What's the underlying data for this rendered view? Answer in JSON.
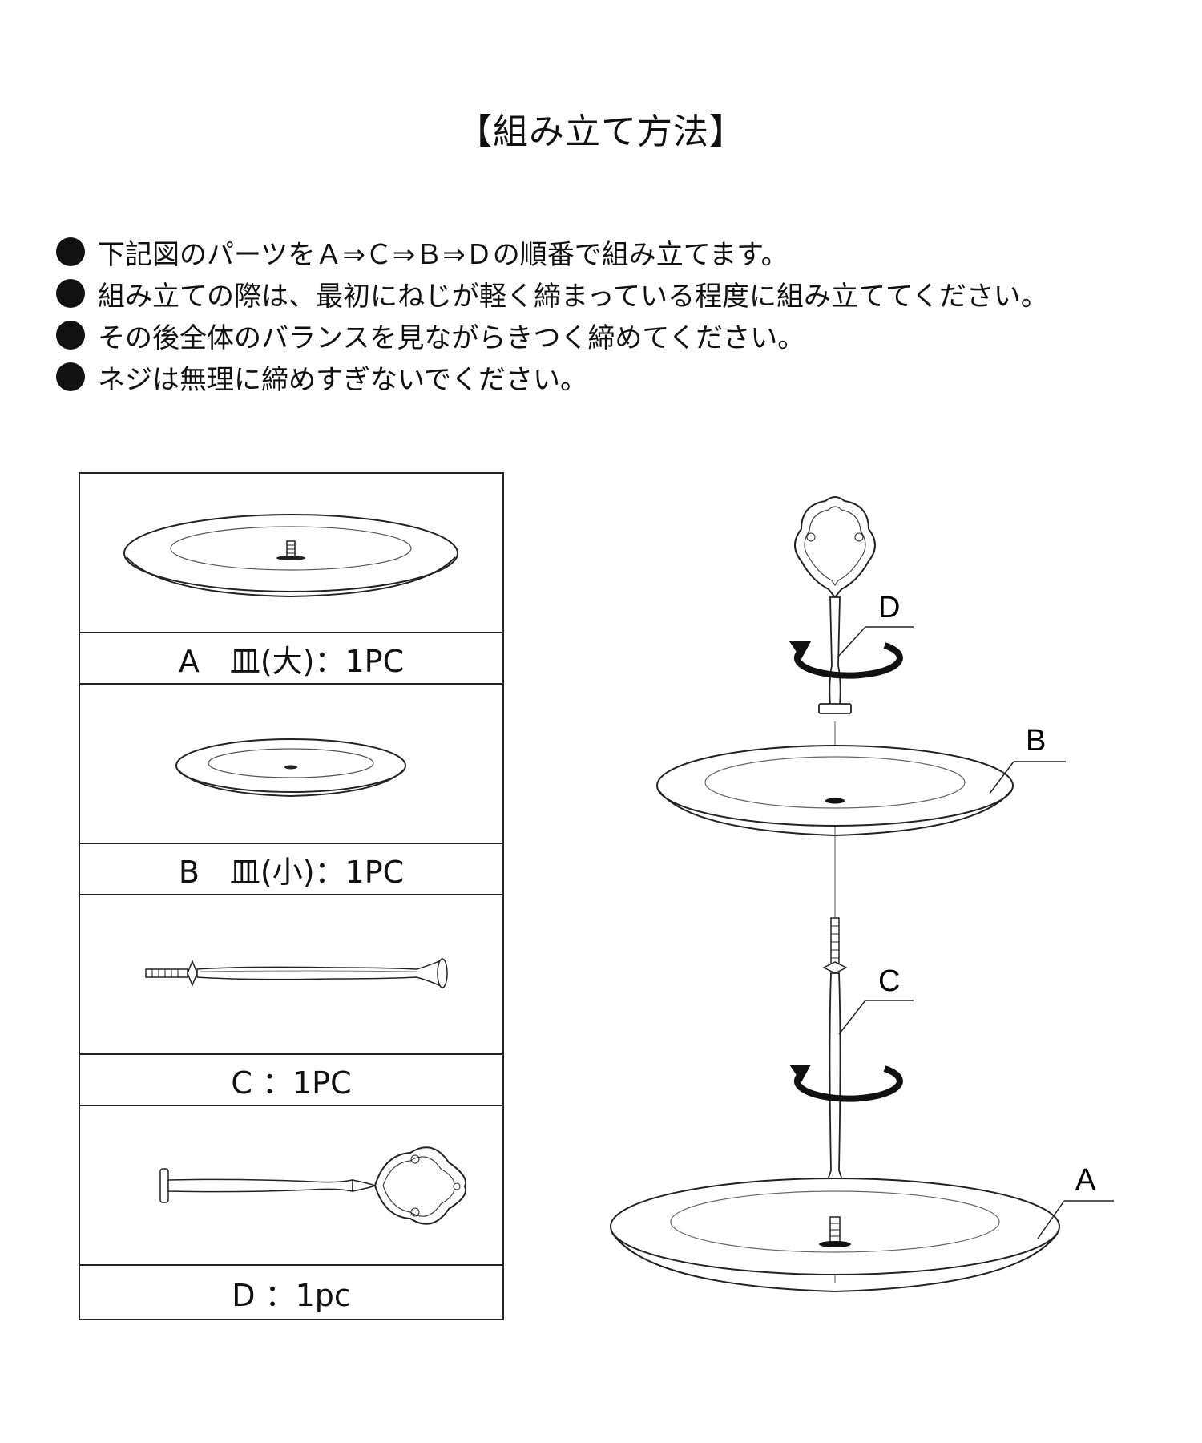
{
  "title": "【組み立て方法】",
  "instructions": [
    "下記図のパーツをＡ⇒Ｃ⇒Ｂ⇒Ｄの順番で組み立てます。",
    "組み立ての際は、最初にねじが軽く締まっている程度に組み立ててください。",
    "その後全体のバランスを見ながらきつく締めてください。",
    "ネジは無理に締めすぎないでください。"
  ],
  "parts": [
    {
      "label": "A　皿(大)：1PC"
    },
    {
      "label": "B　皿(小)：1PC"
    },
    {
      "label": "C ：1PC"
    },
    {
      "label": "D ：1pc"
    }
  ],
  "callouts": {
    "a": "A",
    "b": "B",
    "c": "C",
    "d": "D"
  }
}
